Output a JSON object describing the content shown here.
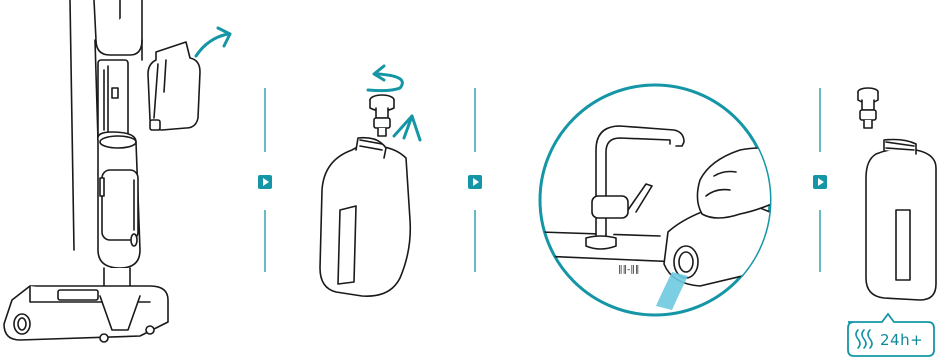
{
  "colors": {
    "accent": "#1596a6",
    "line": "#1a1a1a",
    "water": "#6ec9e0",
    "background": "#ffffff"
  },
  "steps": [
    {
      "id": "step-1",
      "description_icon": "vacuum-remove-tank-icon"
    },
    {
      "id": "step-2",
      "description_icon": "unscrew-cap-icon"
    },
    {
      "id": "step-3",
      "description_icon": "fill-at-tap-icon"
    },
    {
      "id": "step-4",
      "description_icon": "let-stand-icon"
    }
  ],
  "arrows": [
    "play-arrow-icon",
    "play-arrow-icon",
    "play-arrow-icon"
  ],
  "badge": {
    "label": "24h+",
    "icon": "heat-waves-icon"
  }
}
